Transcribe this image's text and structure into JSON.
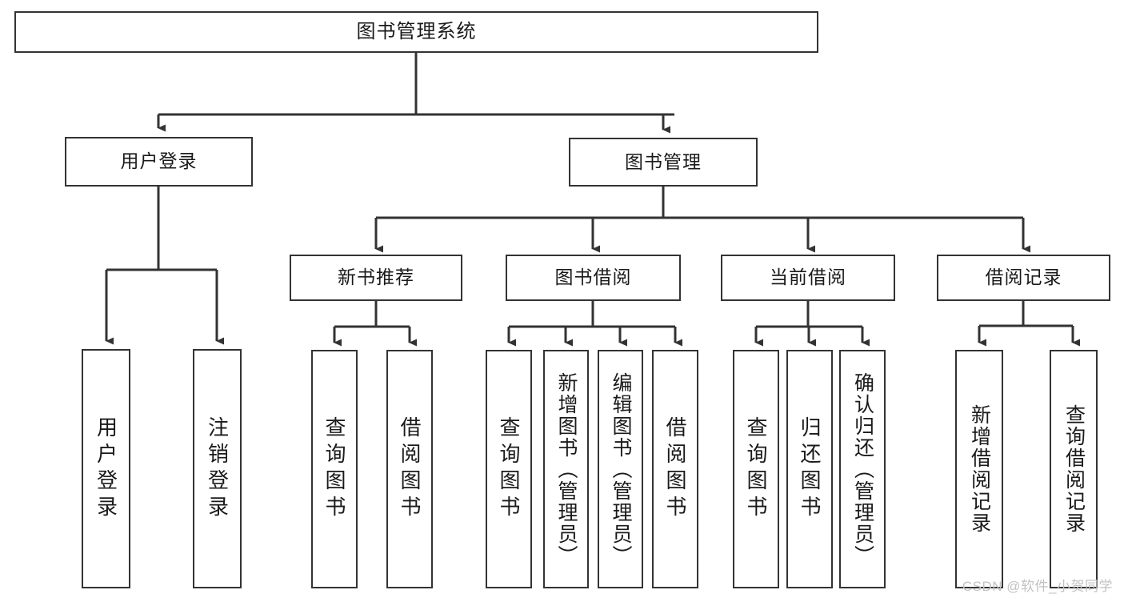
{
  "diagram": {
    "type": "tree",
    "title": "图书管理系统",
    "root": {
      "label": "图书管理系统"
    },
    "level1": [
      {
        "label": "用户登录"
      },
      {
        "label": "图书管理"
      }
    ],
    "level2": [
      {
        "label": "新书推荐"
      },
      {
        "label": "图书借阅"
      },
      {
        "label": "当前借阅"
      },
      {
        "label": "借阅记录"
      }
    ],
    "leaves": {
      "user_login": [
        {
          "label": "用户登录"
        },
        {
          "label": "注销登录"
        }
      ],
      "new_book_recommend": [
        {
          "label": "查询图书"
        },
        {
          "label": "借阅图书"
        }
      ],
      "book_borrow": [
        {
          "label": "查询图书"
        },
        {
          "label": "新增图书（管理员）"
        },
        {
          "label": "编辑图书（管理员）"
        },
        {
          "label": "借阅图书"
        }
      ],
      "current_borrow": [
        {
          "label": "查询图书"
        },
        {
          "label": "归还图书"
        },
        {
          "label": "确认归还（管理员）"
        }
      ],
      "borrow_record": [
        {
          "label": "新增借阅记录"
        },
        {
          "label": "查询借阅记录"
        }
      ]
    }
  },
  "watermark": {
    "text": "CSDN @软件_小贺同学"
  },
  "colors": {
    "box_border": "#333333",
    "connector": "#333333",
    "text": "#1a1a1a",
    "background": "#ffffff",
    "watermark": "#c2c2c2"
  }
}
